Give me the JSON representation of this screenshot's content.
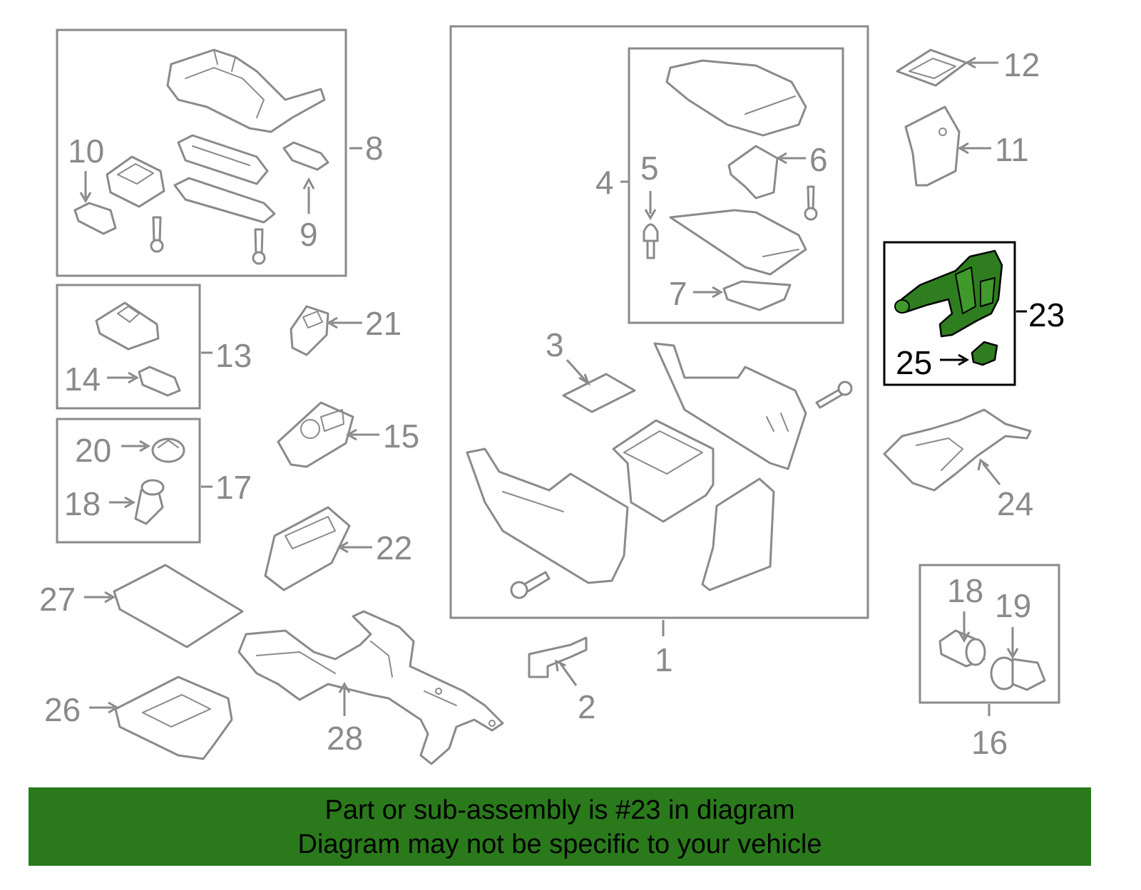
{
  "diagram": {
    "highlight_color": "#2e7d1f",
    "line_color": "#8a8a8a",
    "callouts": {
      "c1": "1",
      "c2": "2",
      "c3": "3",
      "c4": "4",
      "c5": "5",
      "c6": "6",
      "c7": "7",
      "c8": "8",
      "c9": "9",
      "c10": "10",
      "c11": "11",
      "c12": "12",
      "c13": "13",
      "c14": "14",
      "c15": "15",
      "c16": "16",
      "c17": "17",
      "c18a": "18",
      "c18b": "18",
      "c19": "19",
      "c20": "20",
      "c21": "21",
      "c22": "22",
      "c23": "23",
      "c24": "24",
      "c25": "25",
      "c26": "26",
      "c27": "27",
      "c28": "28"
    }
  },
  "banner": {
    "color": "#2a7a1c",
    "line1": "Part or sub-assembly is #23 in diagram",
    "line2": "Diagram may not be specific to your vehicle"
  }
}
